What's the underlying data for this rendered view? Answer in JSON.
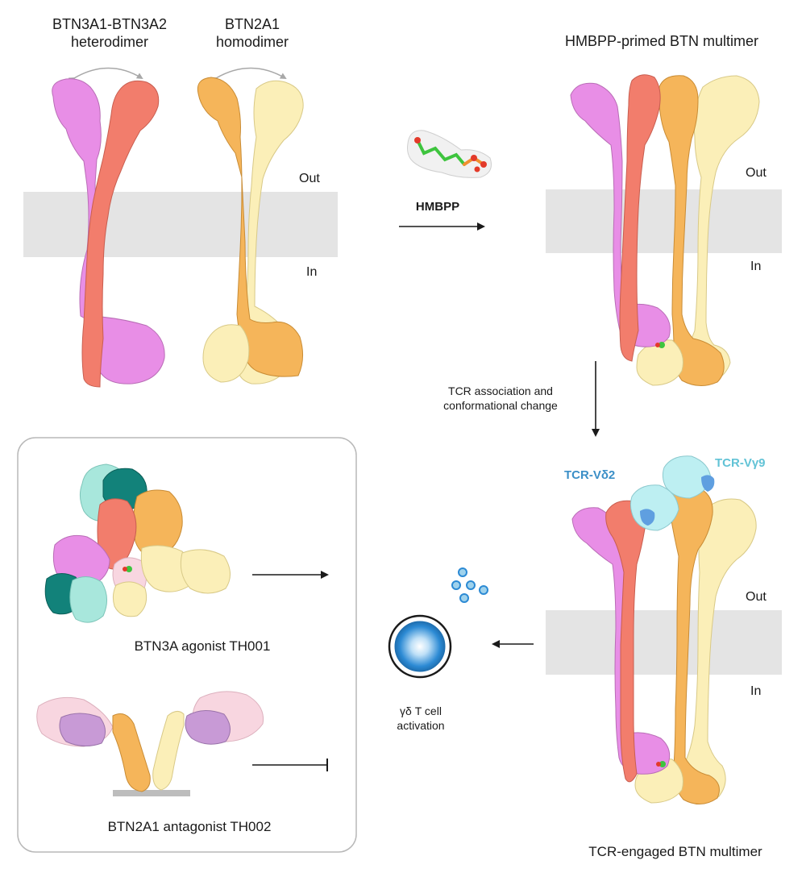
{
  "colors": {
    "btn3a1": "#e88ee6",
    "btn3a2": "#f27d6c",
    "btn2a1_a": "#f5b55a",
    "btn2a1_b": "#fbefb8",
    "membrane": "#e4e4e4",
    "tcr_vd2_text": "#3b8fc7",
    "tcr_vg9_text": "#62c3d6",
    "tcr_dark": "#5f9fe0",
    "tcr_light": "#bdeff2",
    "teal_dark": "#12827a",
    "teal_light": "#a8e7dc",
    "pale_pink": "#f8d6e0",
    "lavender": "#c89ad6",
    "cell_blue": "#2c8ad4"
  },
  "labels": {
    "heterodimer": [
      "BTN3A1-BTN3A2",
      "heterodimer"
    ],
    "homodimer": [
      "BTN2A1",
      "homodimer"
    ],
    "primed": "HMBPP-primed BTN multimer",
    "out": "Out",
    "in": "In",
    "hmbpp": "HMBPP",
    "tcr_step": [
      "TCR association and",
      "conformational change"
    ],
    "tcr_vd2": "TCR-Vδ2",
    "tcr_vg9": "TCR-Vγ9",
    "engaged": "TCR-engaged BTN multimer",
    "activation": [
      "γδ T cell",
      "activation"
    ],
    "agonist": "BTN3A agonist TH001",
    "antagonist": "BTN2A1 antagonist TH002"
  },
  "icons": {
    "hmbpp_molecule": "hmbpp-molecule-icon",
    "t_cell": "t-cell-icon",
    "cytokines": "cytokine-dots-icon"
  }
}
